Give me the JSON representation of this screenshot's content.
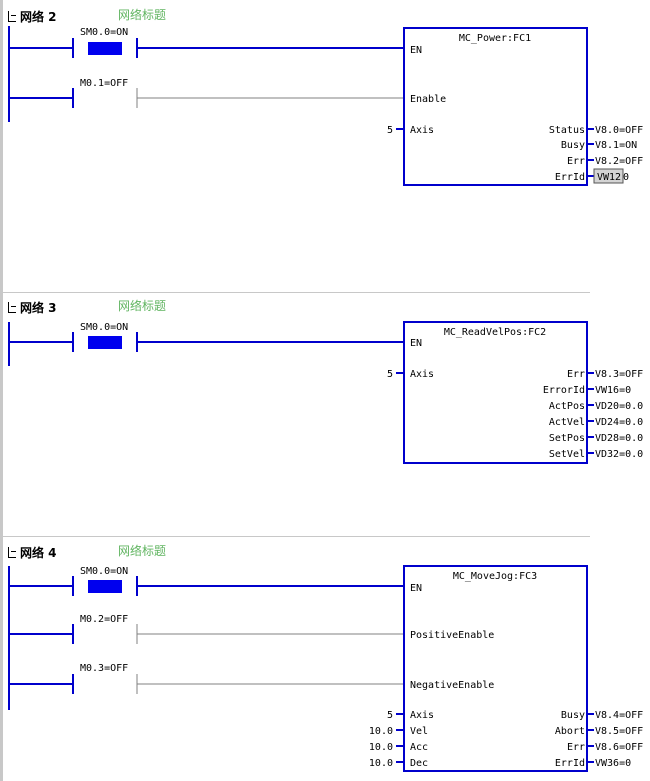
{
  "networks": [
    {
      "label": "网络 2",
      "comment": "网络标题",
      "contacts": [
        "SM0.0=ON",
        "M0.1=OFF"
      ],
      "block": {
        "title": "MC_Power:FC1",
        "inputs": [
          "EN",
          "Enable",
          "Axis"
        ],
        "axis_value": "5",
        "outputs": [
          {
            "pin": "Status",
            "value": "V8.0=OFF"
          },
          {
            "pin": "Busy",
            "value": "V8.1=ON"
          },
          {
            "pin": "Err",
            "value": "V8.2=OFF"
          },
          {
            "pin": "ErrId",
            "value": "VW12",
            "trail": "0"
          }
        ]
      }
    },
    {
      "label": "网络 3",
      "comment": "网络标题",
      "contacts": [
        "SM0.0=ON"
      ],
      "block": {
        "title": "MC_ReadVelPos:FC2",
        "inputs": [
          "EN",
          "Axis"
        ],
        "axis_value": "5",
        "outputs": [
          {
            "pin": "Err",
            "value": "V8.3=OFF"
          },
          {
            "pin": "ErrorId",
            "value": "VW16=0"
          },
          {
            "pin": "ActPos",
            "value": "VD20=0.0"
          },
          {
            "pin": "ActVel",
            "value": "VD24=0.0"
          },
          {
            "pin": "SetPos",
            "value": "VD28=0.0"
          },
          {
            "pin": "SetVel",
            "value": "VD32=0.0"
          }
        ]
      }
    },
    {
      "label": "网络 4",
      "comment": "网络标题",
      "contacts": [
        "SM0.0=ON",
        "M0.2=OFF",
        "M0.3=OFF"
      ],
      "block": {
        "title": "MC_MoveJog:FC3",
        "inputs": [
          "EN",
          "PositiveEnable",
          "NegativeEnable",
          "Axis",
          "Vel",
          "Acc",
          "Dec"
        ],
        "input_values": [
          "5",
          "10.0",
          "10.0",
          "10.0"
        ],
        "outputs": [
          {
            "pin": "Busy",
            "value": "V8.4=OFF"
          },
          {
            "pin": "Abort",
            "value": "V8.5=OFF"
          },
          {
            "pin": "Err",
            "value": "V8.6=OFF"
          },
          {
            "pin": "ErrId",
            "value": "VW36=0"
          }
        ]
      }
    }
  ],
  "colors": {
    "wire_active": "#0000cc",
    "wire_inactive": "#808080",
    "contact_on": "#0000ee",
    "comment": "#62b562"
  }
}
